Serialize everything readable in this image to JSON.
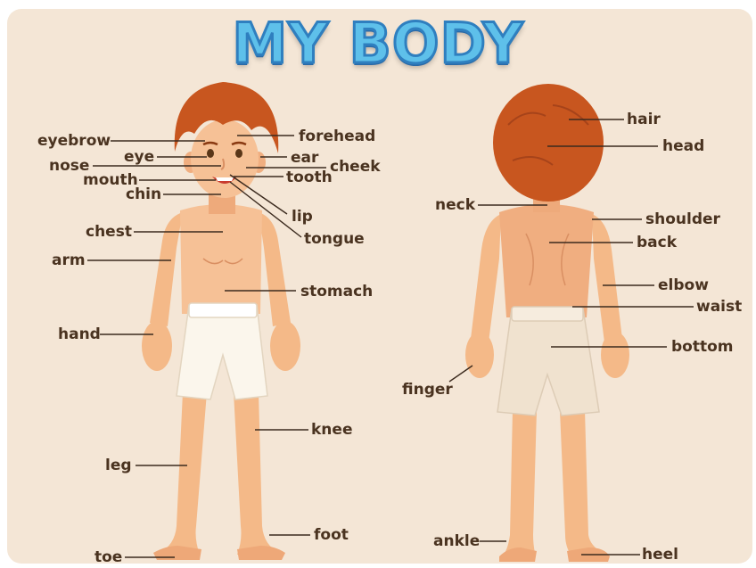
{
  "title": "MY BODY",
  "colors": {
    "background": "#f4e6d6",
    "title_fill": "#5ec0ea",
    "title_stroke": "#2f7fbf",
    "hair": "#c8561f",
    "skin": "#f4b988",
    "label_text": "#4a3320"
  },
  "front_labels": {
    "eyebrow": "eyebrow",
    "eye": "eye",
    "nose": "nose",
    "mouth": "mouth",
    "chin": "chin",
    "forehead": "forehead",
    "ear": "ear",
    "cheek": "cheek",
    "tooth": "tooth",
    "lip": "lip",
    "tongue": "tongue",
    "chest": "chest",
    "arm": "arm",
    "stomach": "stomach",
    "hand": "hand",
    "knee": "knee",
    "leg": "leg",
    "foot": "foot",
    "toe": "toe"
  },
  "back_labels": {
    "hair": "hair",
    "head": "head",
    "neck": "neck",
    "shoulder": "shoulder",
    "back": "back",
    "elbow": "elbow",
    "waist": "waist",
    "bottom": "bottom",
    "finger": "finger",
    "ankle": "ankle",
    "heel": "heel"
  }
}
